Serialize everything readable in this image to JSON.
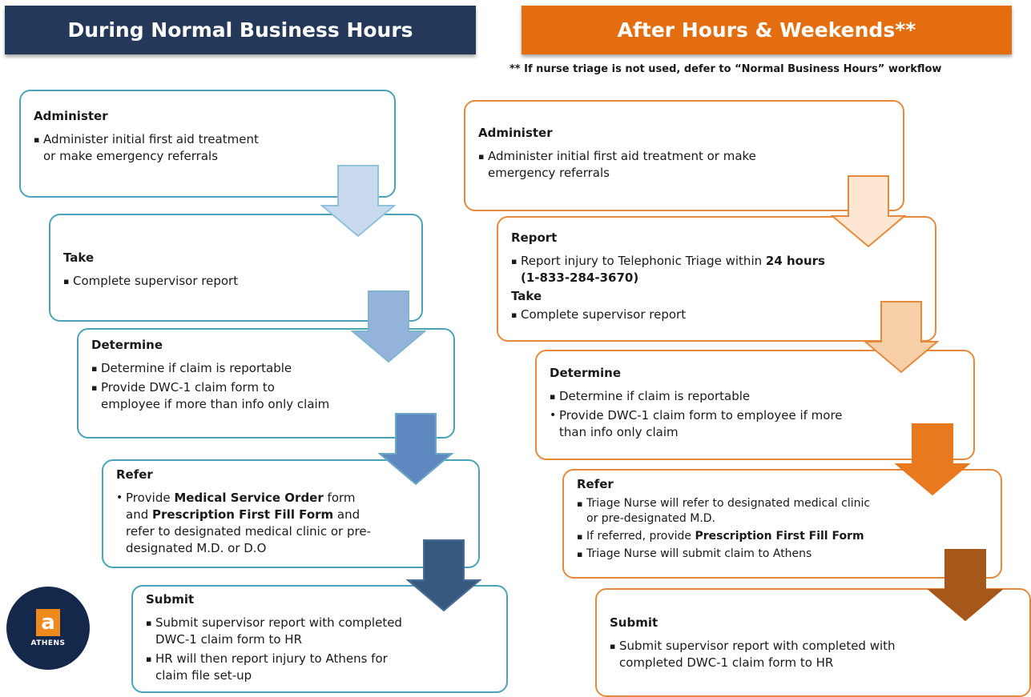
{
  "left_banner": "During Normal Business Hours",
  "right_banner": "After Hours & Weekends**",
  "note": "** If nurse triage is not used, defer to “Normal Business Hours” workflow",
  "logo": {
    "letter": "a",
    "text": "ATHENS"
  },
  "colors": {
    "left_banner": "#24395a",
    "right_banner": "#e46d0f",
    "left_border": "#4aa3b6",
    "right_border": "#e58a3c"
  },
  "left": {
    "administer": {
      "heading": "Administer",
      "item1": "Administer initial first aid treatment or make emergency referrals"
    },
    "take": {
      "heading": "Take",
      "item1": "Complete supervisor report"
    },
    "determine": {
      "heading": "Determine",
      "item1": "Determine if claim is reportable",
      "item2": "Provide DWC-1 claim form to employee if more than info only claim"
    },
    "refer": {
      "heading": "Refer",
      "t1": "Provide ",
      "b1": "Medical Service Order",
      "t2": " form and ",
      "b2": "Prescription First Fill Form",
      "t3": "  and refer to designated medical clinic or pre-designated M.D. or D.O"
    },
    "submit": {
      "heading": "Submit",
      "item1": "Submit supervisor report with completed DWC-1 claim form to HR",
      "item2": "HR will then report injury to Athens for claim file set-up"
    }
  },
  "right": {
    "administer": {
      "heading": "Administer",
      "item1": "Administer initial first aid treatment or make emergency referrals"
    },
    "report": {
      "heading": "Report",
      "t1": "Report injury to Telephonic Triage within ",
      "b1": "24 hours (1-833-284-3670)"
    },
    "take": {
      "heading": "Take",
      "item1": "Complete supervisor report"
    },
    "determine": {
      "heading": "Determine",
      "item1": "Determine if claim is reportable",
      "item2": "Provide DWC-1 claim form to employee if more than info only claim"
    },
    "refer": {
      "heading": "Refer",
      "item1": "Triage Nurse will refer to designated medical clinic or pre-designated M.D.",
      "item2_t": "If referred, provide ",
      "item2_b": "Prescription First Fill Form",
      "item3": "Triage Nurse will submit claim to Athens"
    },
    "submit": {
      "heading": "Submit",
      "item1": "Submit supervisor report with completed with completed DWC-1 claim form to HR"
    }
  }
}
